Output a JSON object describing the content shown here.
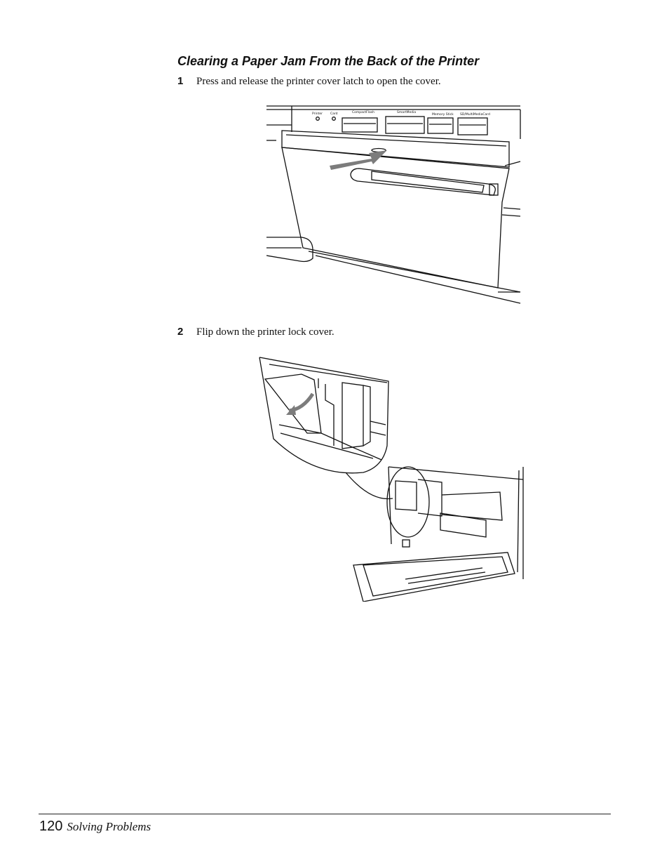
{
  "section": {
    "heading": "Clearing a Paper Jam From the Back of the Printer"
  },
  "steps": [
    {
      "number": "1",
      "text": "Press and release the printer cover latch to open the cover."
    },
    {
      "number": "2",
      "text": "Flip down the printer lock cover."
    }
  ],
  "figure1": {
    "indicator_labels": [
      "Printer",
      "Card"
    ],
    "slot_labels": [
      "CompactFlash",
      "SmartMedia",
      "Memory Stick",
      "SD/MultiMediaCard"
    ]
  },
  "footer": {
    "page_number": "120",
    "section_title": "Solving Problems"
  }
}
